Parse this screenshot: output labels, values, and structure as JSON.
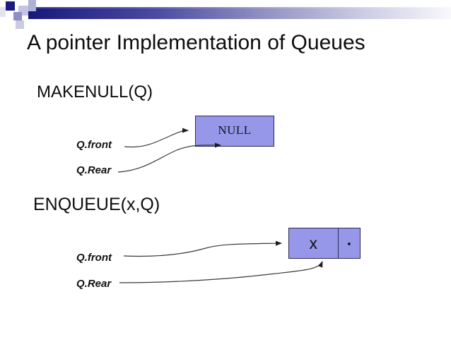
{
  "slide_title": "A pointer Implementation of Queues",
  "makenull": {
    "heading": "MAKENULL(Q)",
    "front_label": "Q.front",
    "rear_label": "Q.Rear",
    "node": {
      "value": "NULL"
    }
  },
  "enqueue": {
    "heading": "ENQUEUE(x,Q)",
    "front_label": "Q.front",
    "rear_label": "Q.Rear",
    "node": {
      "value": "x",
      "pointer_dot": "▪"
    }
  },
  "colors": {
    "text": "#0d0d0d",
    "box_fill": "#9697e9",
    "box_border": "#2b2b55",
    "arrow": "#3a3a3a",
    "bar_start": "#18187a",
    "bar_end": "#f8f8fc",
    "square_navy": "#1b1b80",
    "square_lavender": "#c3c3e2",
    "square_slate": "#8f8fc6",
    "square_pale": "#cbcbdf",
    "square_bluegrey": "#aeb2d6",
    "square_faint": "#e3e3ef"
  }
}
